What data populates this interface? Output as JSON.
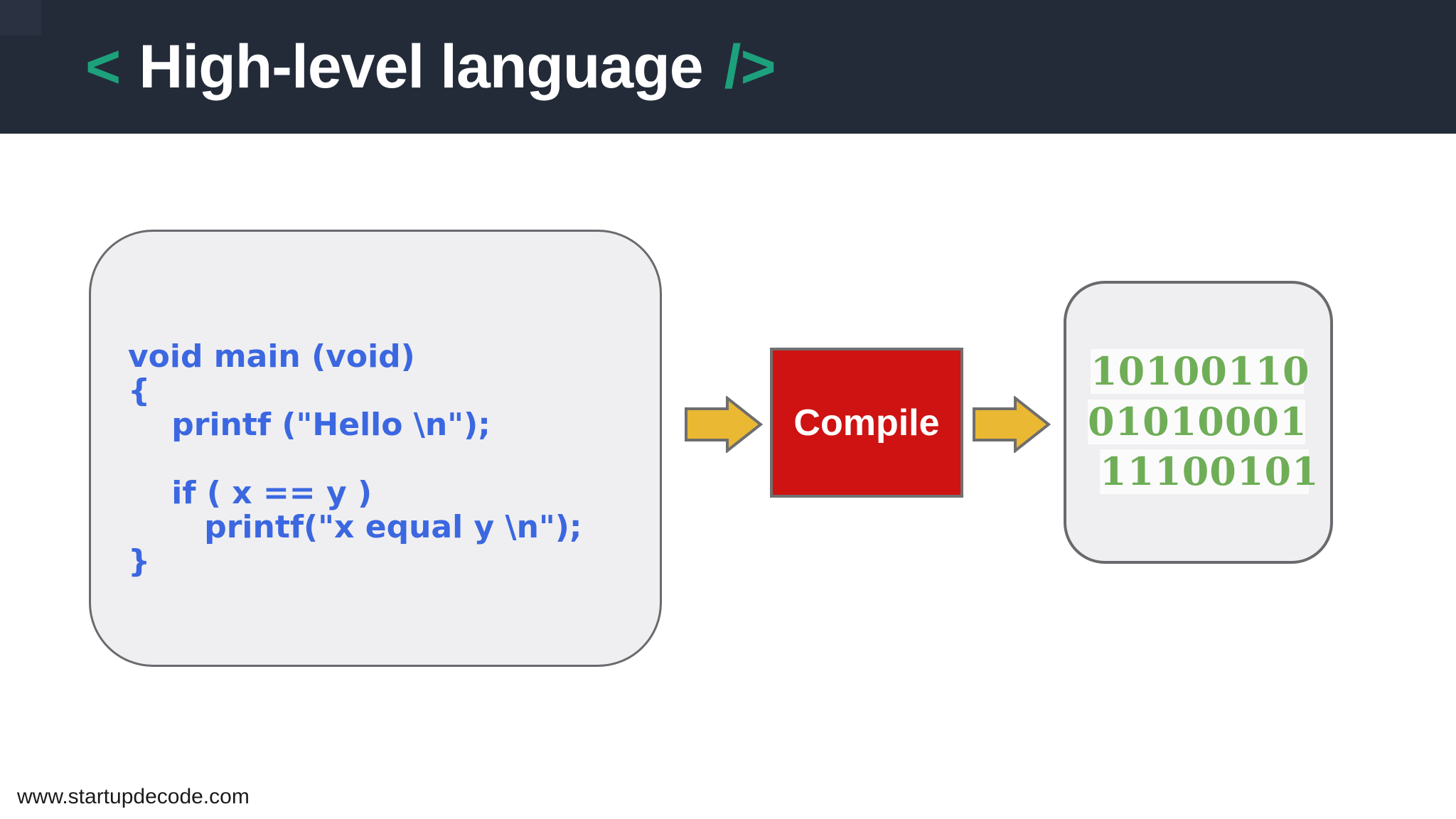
{
  "header": {
    "bracket_open": "<",
    "title": "High-level language",
    "bracket_close": "/>"
  },
  "diagram": {
    "source_code": {
      "lines": [
        "void main (void)",
        "{",
        "    printf (\"Hello \\n\");",
        "",
        "    if ( x == y )",
        "       printf(\"x equal y \\n\");",
        "}"
      ]
    },
    "compile": {
      "label": "Compile"
    },
    "machine_code": {
      "lines": [
        "10100110",
        "01010001",
        "11100101"
      ]
    },
    "arrows": [
      {
        "name": "arrow-source-to-compile",
        "direction": "right"
      },
      {
        "name": "arrow-compile-to-binary",
        "direction": "right"
      }
    ]
  },
  "footer": {
    "url": "www.startupdecode.com"
  },
  "colors": {
    "header_bg": "#232b39",
    "accent_teal": "#1ca17c",
    "title_text": "#ffffff",
    "code_text": "#3b67e0",
    "panel_bg": "#efeff1",
    "panel_border": "#6a6a6e",
    "arrow_fill": "#eab832",
    "arrow_border": "#6e6e6e",
    "compile_bg": "#ce1312",
    "compile_text": "#ffffff",
    "binary_text": "#6fae57",
    "binary_row_bg": "#fbfbfc",
    "page_bg": "#ffffff",
    "footer_text": "#1a1a1a"
  }
}
